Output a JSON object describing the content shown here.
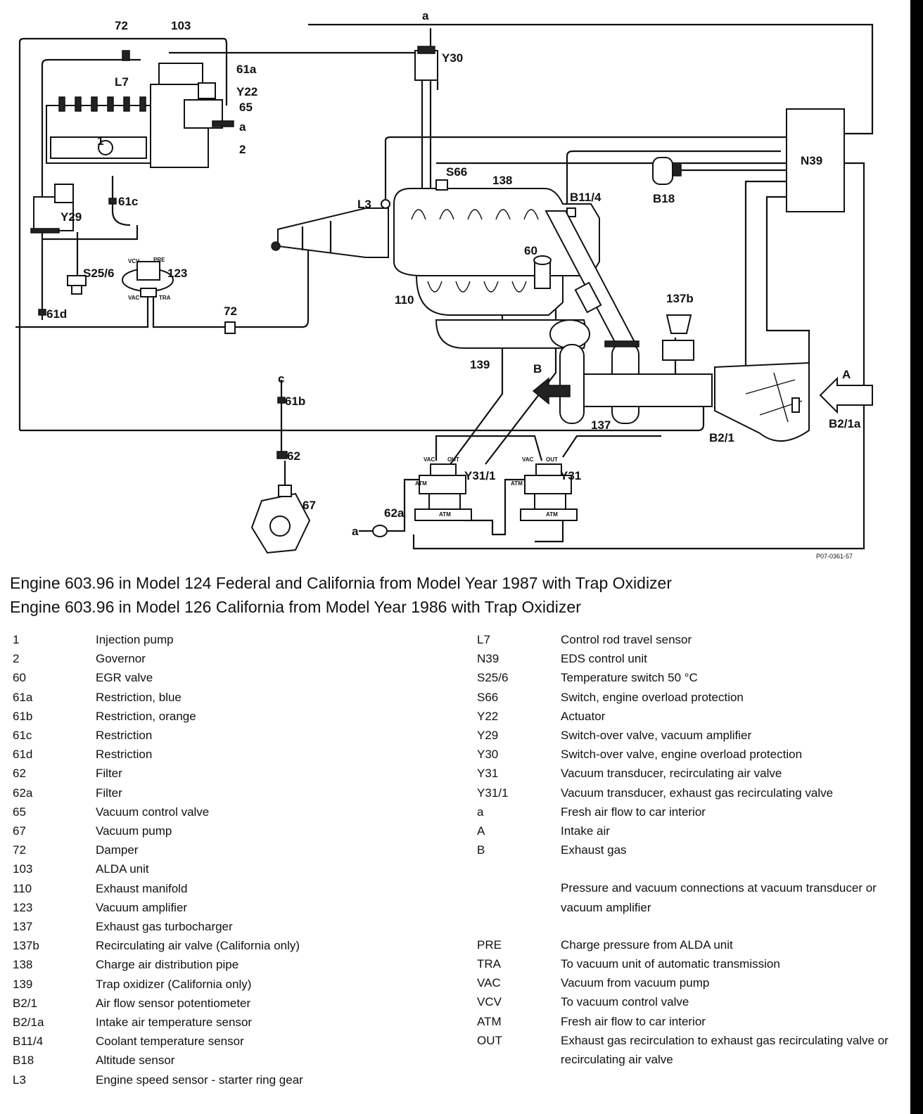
{
  "diagram": {
    "labels": {
      "n72_top": "72",
      "n103": "103",
      "a_top": "a",
      "y30": "Y30",
      "l7": "L7",
      "n61a": "61a",
      "y22": "Y22",
      "n65": "65",
      "a_pump": "a",
      "n1": "1",
      "n2": "2",
      "n39": "N39",
      "b18": "B18",
      "s66": "S66",
      "n138": "138",
      "b11_4": "B11/4",
      "l3": "L3",
      "n61c": "61c",
      "y29": "Y29",
      "n60": "60",
      "s25_6": "S25/6",
      "n123": "123",
      "n110": "110",
      "n61d": "61d",
      "n72_mid": "72",
      "n137b": "137b",
      "n139": "139",
      "b": "B",
      "a_intake": "A",
      "c": "c",
      "n61b": "61b",
      "n137": "137",
      "b2_1": "B2/1",
      "b2_1a": "B2/1a",
      "n62": "62",
      "y31_1": "Y31/1",
      "y31": "Y31",
      "n67": "67",
      "n62a": "62a",
      "a_filter": "a",
      "vcv": "VCV",
      "pre": "PRE",
      "vac": "VAC",
      "tra": "TRA",
      "vac1": "VAC",
      "out1": "OUT",
      "atm1": "ATM",
      "atm1b": "ATM",
      "vac2": "VAC",
      "out2": "OUT",
      "atm2": "ATM",
      "atm2b": "ATM",
      "ref": "P07-0361-57"
    }
  },
  "titles": {
    "line1": "Engine 603.96 in Model 124  Federal and California from Model Year 1987 with Trap Oxidizer",
    "line2": "Engine 603.96 in Model 126  California from Model Year 1986 with Trap Oxidizer"
  },
  "legend_left": [
    {
      "k": "1",
      "v": "Injection pump"
    },
    {
      "k": "2",
      "v": "Governor"
    },
    {
      "k": "60",
      "v": "EGR valve"
    },
    {
      "k": "61a",
      "v": "Restriction, blue"
    },
    {
      "k": "61b",
      "v": "Restriction, orange"
    },
    {
      "k": "61c",
      "v": "Restriction"
    },
    {
      "k": "61d",
      "v": "Restriction"
    },
    {
      "k": "62",
      "v": "Filter"
    },
    {
      "k": "62a",
      "v": "Filter"
    },
    {
      "k": "65",
      "v": "Vacuum control valve"
    },
    {
      "k": "67",
      "v": "Vacuum pump"
    },
    {
      "k": "72",
      "v": "Damper"
    },
    {
      "k": "103",
      "v": "ALDA unit"
    },
    {
      "k": "110",
      "v": "Exhaust manifold"
    },
    {
      "k": "123",
      "v": "Vacuum amplifier"
    },
    {
      "k": "137",
      "v": "Exhaust gas turbocharger"
    },
    {
      "k": "137b",
      "v": "Recirculating air valve (California only)"
    },
    {
      "k": "138",
      "v": "Charge air distribution pipe"
    },
    {
      "k": "139",
      "v": "Trap oxidizer (California only)"
    },
    {
      "k": "B2/1",
      "v": "Air flow sensor potentiometer"
    },
    {
      "k": "B2/1a",
      "v": "Intake air temperature sensor"
    },
    {
      "k": "B11/4",
      "v": "Coolant temperature sensor"
    },
    {
      "k": "B18",
      "v": "Altitude sensor"
    },
    {
      "k": "L3",
      "v": "Engine speed sensor - starter ring gear"
    }
  ],
  "legend_right_a": [
    {
      "k": "L7",
      "v": "Control rod travel sensor"
    },
    {
      "k": "N39",
      "v": "EDS control unit"
    },
    {
      "k": "S25/6",
      "v": "Temperature switch 50 °C"
    },
    {
      "k": "S66",
      "v": "Switch, engine overload protection"
    },
    {
      "k": "Y22",
      "v": "Actuator"
    },
    {
      "k": "Y29",
      "v": "Switch-over valve, vacuum amplifier"
    },
    {
      "k": "Y30",
      "v": "Switch-over valve, engine overload protection"
    },
    {
      "k": "Y31",
      "v": "Vacuum transducer, recirculating air valve"
    },
    {
      "k": "Y31/1",
      "v": "Vacuum transducer, exhaust gas recirculating valve"
    },
    {
      "k": "a",
      "v": "Fresh air flow to car interior"
    },
    {
      "k": "A",
      "v": "Intake air"
    },
    {
      "k": "B",
      "v": "Exhaust gas"
    }
  ],
  "legend_right_note": "Pressure and vacuum connections at vacuum transducer or vacuum amplifier",
  "legend_right_b": [
    {
      "k": "PRE",
      "v": "Charge pressure from ALDA unit"
    },
    {
      "k": "TRA",
      "v": "To vacuum unit of automatic transmission"
    },
    {
      "k": "VAC",
      "v": "Vacuum from vacuum pump"
    },
    {
      "k": "VCV",
      "v": "To vacuum control valve"
    },
    {
      "k": "ATM",
      "v": "Fresh air flow to car interior"
    },
    {
      "k": "OUT",
      "v": "Exhaust gas recirculation to exhaust gas recirculating valve or recirculating air valve"
    }
  ]
}
